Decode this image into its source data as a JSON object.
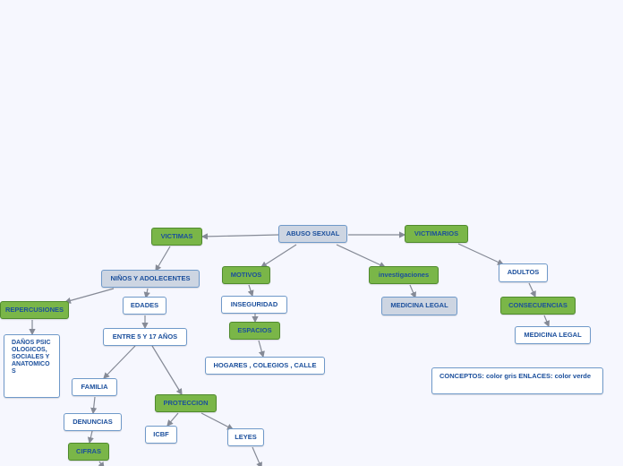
{
  "nodes": {
    "abuso_sexual": "ABUSO SEXUAL",
    "victimas": "VICTIMAS",
    "victimarios": "VICTIMARIOS",
    "ninos_adolecentes": "NIÑOS Y ADOLECENTES",
    "motivos": "MOTIVOS",
    "investigaciones": "investigaciones",
    "adultos": "ADULTOS",
    "repercusiones": "REPERCUSIONES",
    "edades": "EDADES",
    "inseguridad": "INSEGURIDAD",
    "medicina_legal_1": "MEDICINA LEGAL",
    "consecuencias": "CONSECUENCIAS",
    "danos": "DAÑOS PSICOLOGICOS, SOCIALES Y ANATOMICOS",
    "entre_5_17": "ENTRE 5 Y 17 AÑOS",
    "espacios": "ESPACIOS",
    "medicina_legal_2": "MEDICINA LEGAL",
    "hogares": "HOGARES , COLEGIOS , CALLE",
    "familia": "FAMILIA",
    "proteccion": "PROTECCION",
    "denuncias": "DENUNCIAS",
    "icbf": "ICBF",
    "leyes": "LEYES",
    "cifras": "CIFRAS",
    "leyenda": "CONCEPTOS: color gris ENLACES: color verde"
  },
  "colors": {
    "concept": "#cdd5e2",
    "link": "#7ab648",
    "plain": "#ffffff",
    "text": "#1b4f9c",
    "edge": "#858a96"
  }
}
